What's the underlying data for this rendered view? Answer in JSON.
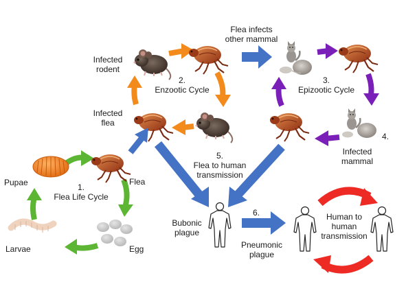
{
  "labels": {
    "infected_rodent_1": "Infected",
    "infected_rodent_2": "rodent",
    "infected_flea_1": "Infected",
    "infected_flea_2": "flea",
    "flea_infects_1": "Flea infects",
    "flea_infects_2": "other mammal",
    "enzootic_num": "2.",
    "enzootic": "Enzootic Cycle",
    "epizootic_num": "3.",
    "epizootic": "Epizootic Cycle",
    "num4": "4.",
    "infected_mammal_1": "Infected",
    "infected_mammal_2": "mammal",
    "flh_num": "5.",
    "flh_1": "Flea to human",
    "flh_2": "transmission",
    "pupae": "Pupae",
    "flea": "Flea",
    "larvae": "Larvae",
    "egg": "Egg",
    "life_num": "1.",
    "life": "Flea Life Cycle",
    "bubonic_1": "Bubonic",
    "bubonic_2": "plague",
    "pneu_num": "6.",
    "pneumonic_1": "Pneumonic",
    "pneumonic_2": "plague",
    "h2h_1": "Human to",
    "h2h_2": "human",
    "h2h_3": "transmission"
  },
  "colors": {
    "orange_arrow": "#f28a1c",
    "purple_arrow": "#7a1fb8",
    "green_arrow": "#5cb533",
    "blue_arrow": "#4472c4",
    "red_arrow": "#ee2a24",
    "flea_body": "#b8481c",
    "rodent_body": "#4a3b33",
    "pupa": "#f07a18",
    "egg": "#c9c9c9",
    "larva": "#f3dccb"
  }
}
